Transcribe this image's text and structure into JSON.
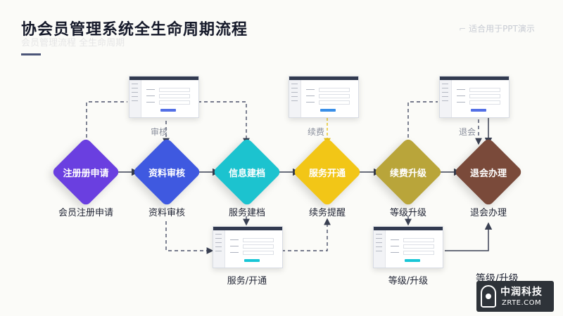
{
  "title": "协会员管理系统全生命周期流程",
  "subtitle_ghost": "会员管理流程 全生命周期",
  "tag": "适合用于PPT演示",
  "nodes": [
    {
      "label": "注册册申请",
      "caption": "会员注册申请",
      "color": "#6a3fe0"
    },
    {
      "label": "资料审核",
      "caption": "资料审核",
      "color": "#3f59e0"
    },
    {
      "label": "信息建档",
      "caption": "服务建档",
      "color": "#1cc3cf"
    },
    {
      "label": "服务开通",
      "caption": "续务提醒",
      "color": "#f2c617"
    },
    {
      "label": "续费升级",
      "caption": "等级升级",
      "color": "#b9a53a"
    },
    {
      "label": "退会办理",
      "caption": "退会办理",
      "color": "#7a4a3a"
    }
  ],
  "flow_labels": {
    "review": "审核",
    "renew": "续费",
    "quit": "退会"
  },
  "bottom_labels": {
    "service": "服务/开通",
    "level": "等级/升级",
    "cut": "等级/升级"
  },
  "logo": {
    "cn": "中润科技",
    "en": "ZRTE.COM"
  }
}
